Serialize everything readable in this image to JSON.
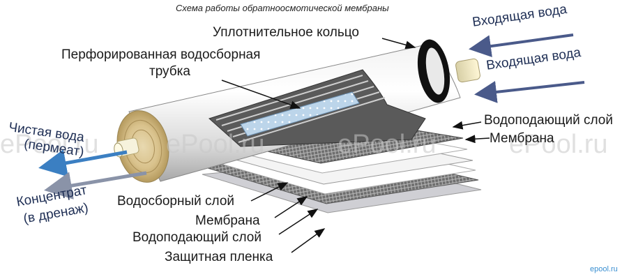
{
  "caption": "Схема работы обратноосмотической мембраны",
  "labels": {
    "seal_ring": "Уплотнительное кольцо",
    "perforated_tube_1": "Перфорированная водосборная",
    "perforated_tube_2": "трубка",
    "inlet_top": "Входящая вода",
    "inlet_bottom": "Входящая вода",
    "feed_layer_top": "Водоподающий слой",
    "membrane_top": "Мембрана",
    "clean_water_1": "Чистая вода",
    "clean_water_2": "(пермеат)",
    "concentrate_1": "Концентрат",
    "concentrate_2": "(в дренаж)",
    "collecting_layer": "Водосборный слой",
    "membrane_bottom": "Мембрана",
    "feed_layer_bottom": "Водоподающий слой",
    "protective_film": "Защитная пленка"
  },
  "watermark": "ePool.ru",
  "brand": "epool.ru",
  "colors": {
    "blue_arrow": "#3b7fc2",
    "gray_arrow": "#8a93a8",
    "inlet_arrow": "#4a5a8a"
  }
}
